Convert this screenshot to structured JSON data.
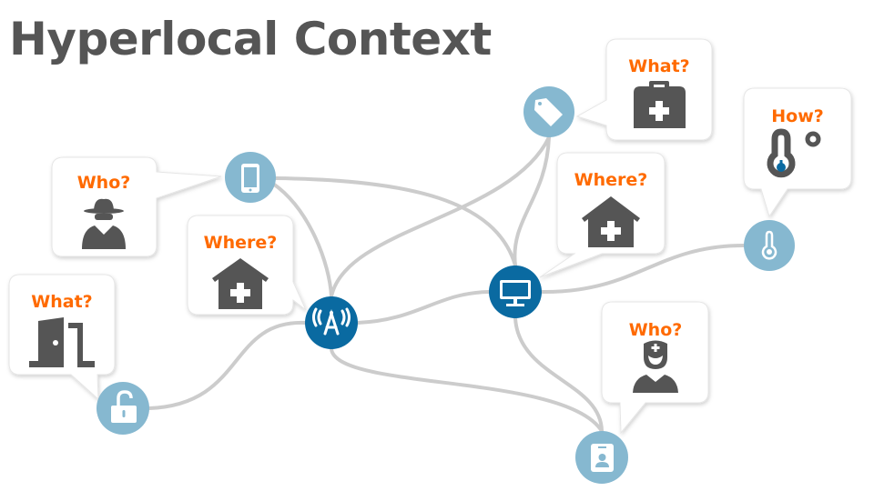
{
  "title": "Hyperlocal Context",
  "colors": {
    "node_light": "#86b8d0",
    "node_dark": "#0a6aa1",
    "question": "#ff6a00",
    "icon": "#555555",
    "edge": "#cccccc"
  },
  "nodes": [
    {
      "id": "phone",
      "icon": "smartphone-icon"
    },
    {
      "id": "tag",
      "icon": "tag-icon"
    },
    {
      "id": "tower",
      "icon": "radio-tower-icon"
    },
    {
      "id": "monitor",
      "icon": "monitor-icon"
    },
    {
      "id": "thermometer",
      "icon": "thermometer-icon"
    },
    {
      "id": "lock",
      "icon": "unlocked-padlock-icon"
    },
    {
      "id": "badge",
      "icon": "id-badge-icon"
    }
  ],
  "bubbles": [
    {
      "question": "Who?",
      "icon": "spy-icon"
    },
    {
      "question": "Where?",
      "icon": "hospital-house-icon"
    },
    {
      "question": "What?",
      "icon": "door-icon"
    },
    {
      "question": "What?",
      "icon": "medical-kit-icon"
    },
    {
      "question": "Where?",
      "icon": "hospital-house-icon"
    },
    {
      "question": "How?",
      "icon": "temperature-icon"
    },
    {
      "question": "Who?",
      "icon": "doctor-icon"
    }
  ]
}
